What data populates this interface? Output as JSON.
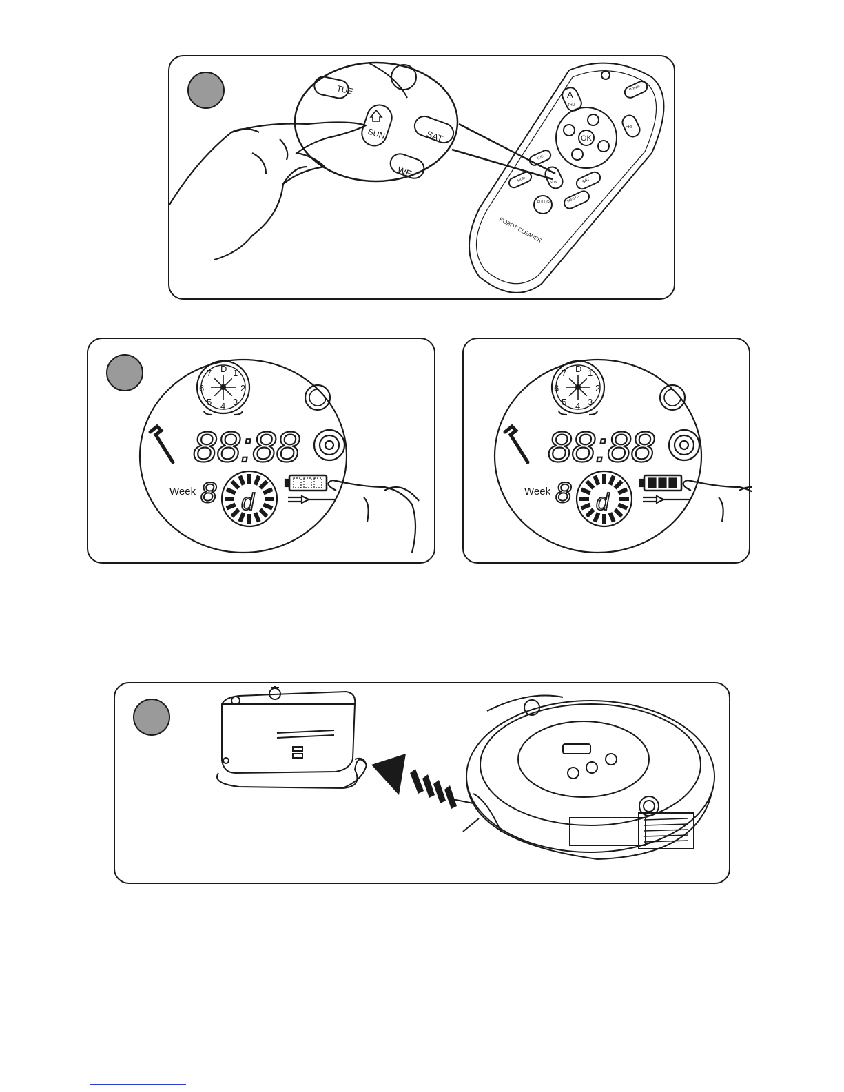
{
  "panel1": {
    "remote_labels": {
      "tue": "TUE",
      "sun": "SUN",
      "sat": "SAT",
      "wed": "WE",
      "thu": "THU",
      "fri": "FRI",
      "power": "Power",
      "ok": "OK",
      "mon": "MON",
      "tue_small": "TUE",
      "sun_small": "SUN",
      "sat_small": "SAT",
      "wed_uv": "WED/UV",
      "full_go": "FULL GO",
      "a_button": "A",
      "brand": "ROBOT CLEANER"
    }
  },
  "display": {
    "clock_numbers": [
      "D",
      "1",
      "2",
      "3",
      "4",
      "5",
      "6",
      "7"
    ],
    "time": "88:88",
    "week_label": "Week",
    "week_digit": "8",
    "center_digit": "d"
  },
  "colors": {
    "step_circle": "#9a9a9a",
    "line": "#1a1a1a",
    "footer_rule": "#2b3fd4"
  }
}
